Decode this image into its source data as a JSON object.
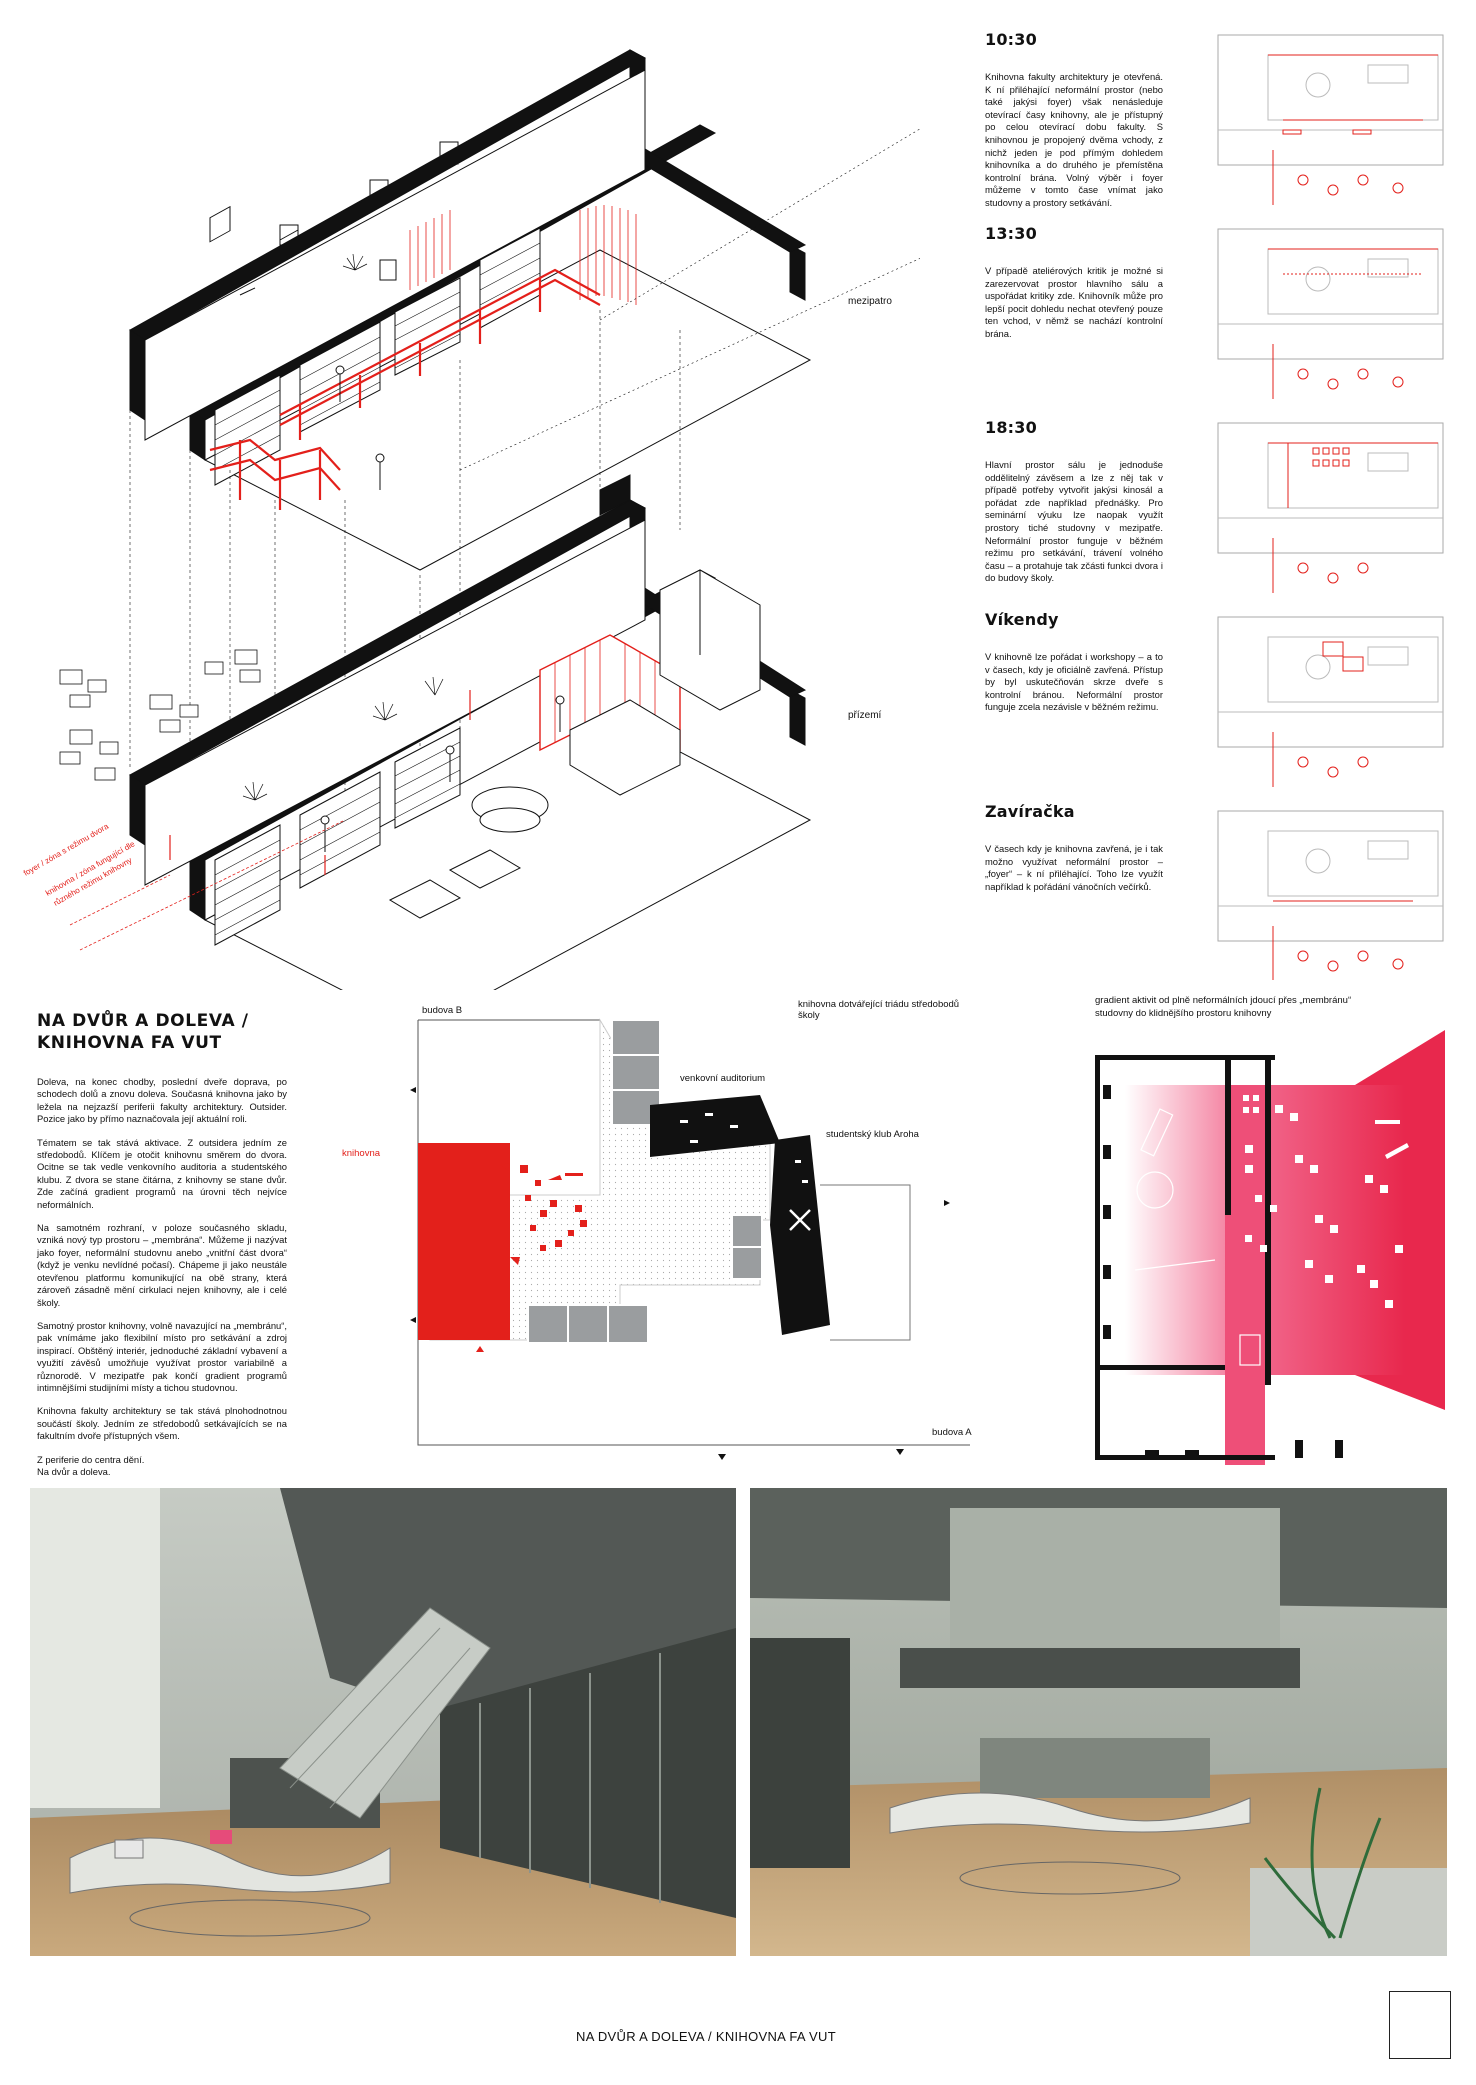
{
  "iso": {
    "label_mezipatro": "mezipatro",
    "label_prizemi": "přízemí",
    "red_label_1": "foyer / zóna s režimu dvora",
    "red_label_2": "knihovna / zóna fungující dle",
    "red_label_3": "různého režimu knihovny"
  },
  "timeline": [
    {
      "time": "10:30",
      "text": "Knihovna fakulty architektury je otevřená. K ní přiléhající neformální prostor (nebo také jakýsi foyer) však nenásleduje otevírací časy knihovny, ale je přístupný po celou otevírací dobu fakulty. S knihovnou je propojený dvěma vchody, z nichž jeden je pod přímým dohledem knihovníka a do druhého je přemístěna kontrolní brána. Volný výběr i foyer můžeme v tomto čase vnímat jako studovny a prostory setkávání."
    },
    {
      "time": "13:30",
      "text": "V případě ateliérových kritik je možné si zarezervovat prostor hlavního sálu a uspořádat kritiky zde. Knihovník může pro lepší pocit dohledu nechat otevřený pouze ten vchod, v němž se nachází kontrolní brána."
    },
    {
      "time": "18:30",
      "text": "Hlavní prostor sálu je jednoduše oddělitelný závěsem a lze z něj tak v případě potřeby vytvořit jakýsi kinosál a pořádat zde například přednášky. Pro seminární výuku lze naopak využít prostory tiché studovny v mezipatře. Neformální prostor funguje v běžném režimu pro setkávání, trávení volného času – a protahuje tak zčásti funkci dvora i do budovy školy."
    },
    {
      "time": "Víkendy",
      "text": "V knihovně lze pořádat i workshopy – a to v časech, kdy je oficiálně zavřená. Přístup by byl uskutečňován skrze dveře s kontrolní bránou. Neformální prostor funguje zcela nezávisle v běžném režimu."
    },
    {
      "time": "Zavíračka",
      "text": "V časech kdy je knihovna zavřená, je i tak možno využívat neformální prostor – „foyer“ – k ní přiléhající. Toho lze využít například k pořádání vánočních večírků."
    }
  ],
  "intro": {
    "title_line1": "NA DVŮR A DOLEVA /",
    "title_line2": "KNIHOVNA FA VUT",
    "paragraphs": [
      "Doleva, na konec chodby, poslední dveře doprava, po schodech dolů a znovu doleva. Současná knihovna jako by ležela na nejzazší periferii fakulty architektury. Outsider. Pozice jako by přímo naznačovala její aktuální roli.",
      "Tématem se tak stává aktivace. Z outsidera jedním ze středobodů. Klíčem je otočit knihovnu směrem do dvora. Ocitne se tak vedle venkovního auditoria a studentského klubu. Z dvora se stane čitárna, z knihovny se stane dvůr. Zde začíná gradient programů na úrovni těch nejvíce neformálních.",
      "Na samotném rozhraní, v poloze současného skladu, vzniká nový typ prostoru – „membrána“. Můžeme ji nazývat jako foyer, neformální studovnu anebo „vnitřní část dvora“ (když je venku nevlídné počasí). Chápeme ji jako neustále otevřenou platformu komunikující na obě strany, která zároveň zásadně mění cirkulaci nejen knihovny, ale i celé školy.",
      "Samotný prostor knihovny, volně navazující na „membránu“, pak vnímáme jako flexibilní místo pro setkávání a zdroj inspirací. Obštěný interiér, jednoduché základní vybavení a využití závěsů umožňuje využívat prostor variabilně a různorodě. V mezipatře pak končí gradient programů intimnějšími studijními místy a tichou studovnou.",
      "Knihovna fakulty architektury se tak stává plnohodnotnou součástí školy. Jedním ze středobodů setkávajících se na fakultním dvoře přístupných všem.",
      "Z periferie do centra dění.\nNa dvůr a doleva."
    ]
  },
  "site": {
    "caption": "knihovna dotvářející triádu středobodů školy",
    "budova_b": "budova B",
    "budova_a": "budova A",
    "knihovna": "knihovna",
    "auditorium": "venkovní auditorium",
    "klub": "studentský klub Aroha"
  },
  "gradient": {
    "caption_line1": "gradient aktivit od plně neformálních jdoucí přes „membránu“",
    "caption_line2": "studovny do klidnějšího prostoru knihovny"
  },
  "footer": {
    "title": "NA DVŮR A DOLEVA / KNIHOVNA FA VUT"
  },
  "colors": {
    "accent": "#e3201b",
    "pink": "#f0406a"
  }
}
